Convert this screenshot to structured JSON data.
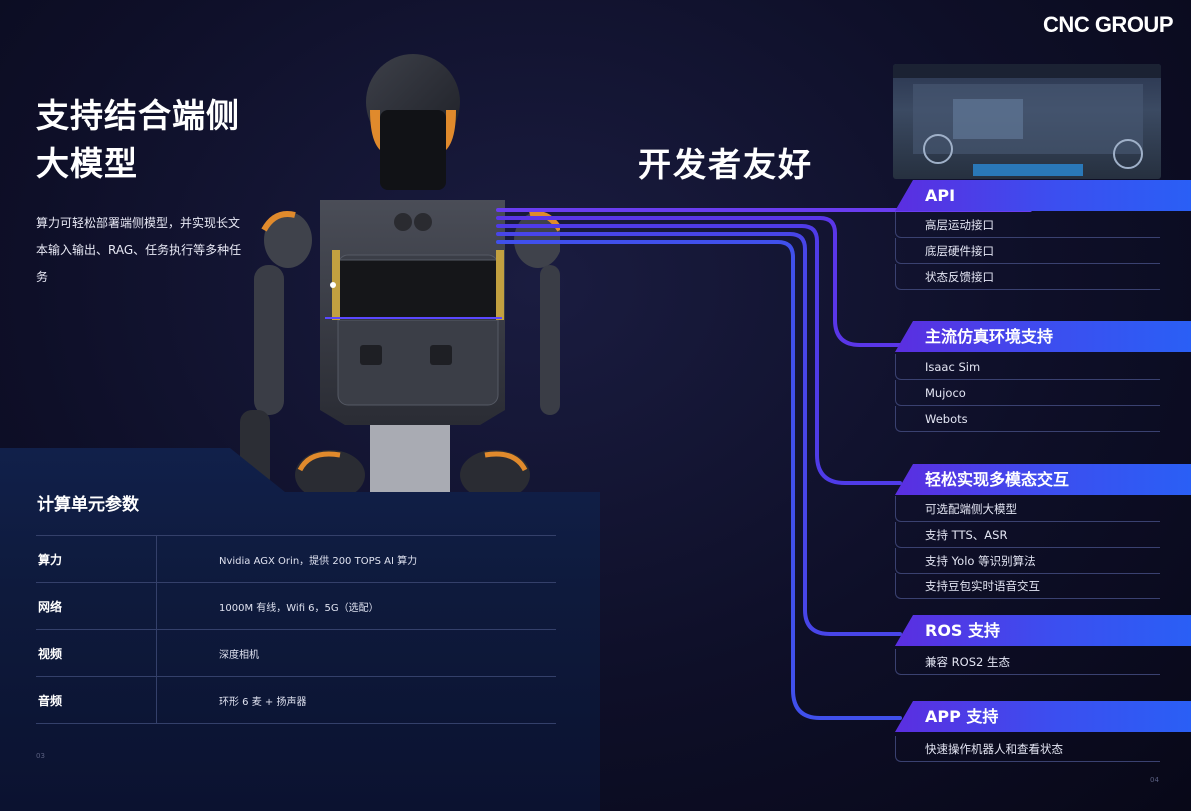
{
  "brand": "CNC GROUP",
  "left": {
    "title": "支持结合端侧\n大模型",
    "description": "算力可轻松部署端侧模型，并实现长文本输入输出、RAG、任务执行等多种任务"
  },
  "spec": {
    "title": "计算单元参数",
    "rows": [
      {
        "key": "算力",
        "value": "Nvidia AGX Orin，提供 200 TOPS AI 算力"
      },
      {
        "key": "网络",
        "value": "1000M 有线，Wifi 6，5G（选配）"
      },
      {
        "key": "视频",
        "value": "深度相机"
      },
      {
        "key": "音频",
        "value": "环形 6 麦 + 扬声器"
      }
    ]
  },
  "developer": {
    "title": "开发者友好",
    "sections": [
      {
        "title": "API",
        "items": [
          "高层运动接口",
          "底层硬件接口",
          "状态反馈接口"
        ]
      },
      {
        "title": "主流仿真环境支持",
        "items": [
          "Isaac Sim",
          "Mujoco",
          "Webots"
        ]
      },
      {
        "title": "轻松实现多模态交互",
        "items": [
          "可选配端侧大模型",
          "支持 TTS、ASR",
          "支持 Yolo 等识别算法",
          "支持豆包实时语音交互"
        ]
      },
      {
        "title": "ROS 支持",
        "items": [
          "兼容 ROS2 生态"
        ]
      },
      {
        "title": "APP 支持",
        "items": [
          "快速操作机器人和查看状态"
        ]
      }
    ]
  },
  "page_numbers": {
    "left": "03",
    "right": "04"
  },
  "colors": {
    "accent": "#5b2ee0",
    "accent_blue": "#2a5ff5",
    "background": "#0e0f28"
  }
}
